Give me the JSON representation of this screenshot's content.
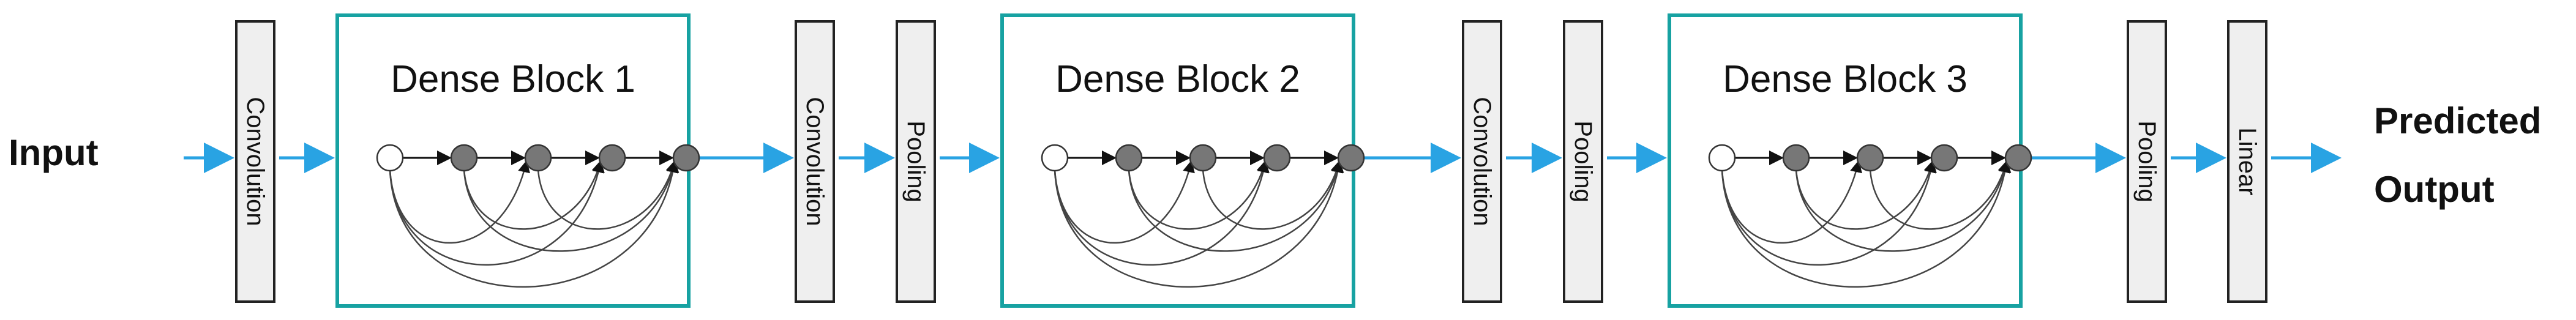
{
  "input_label": "Input",
  "output_label_line1": "Predicted",
  "output_label_line2": "Output",
  "stages": [
    {
      "kind": "layer",
      "label": "Convolution"
    },
    {
      "kind": "block",
      "label": "Dense Block 1"
    },
    {
      "kind": "layer",
      "label": "Convolution"
    },
    {
      "kind": "layer",
      "label": "Pooling"
    },
    {
      "kind": "block",
      "label": "Dense Block 2"
    },
    {
      "kind": "layer",
      "label": "Convolution"
    },
    {
      "kind": "layer",
      "label": "Pooling"
    },
    {
      "kind": "block",
      "label": "Dense Block 3"
    },
    {
      "kind": "layer",
      "label": "Pooling"
    },
    {
      "kind": "layer",
      "label": "Linear"
    }
  ],
  "colors": {
    "block_border": "#17a2a2",
    "flow_arrow": "#29a3e3",
    "layer_fill": "#efefef",
    "layer_border": "#222222",
    "node_fill": "#777777",
    "input_node_fill": "#ffffff",
    "edge": "#444444",
    "text": "#111111"
  },
  "icons": {
    "flow_arrow": "arrow-right-icon"
  }
}
